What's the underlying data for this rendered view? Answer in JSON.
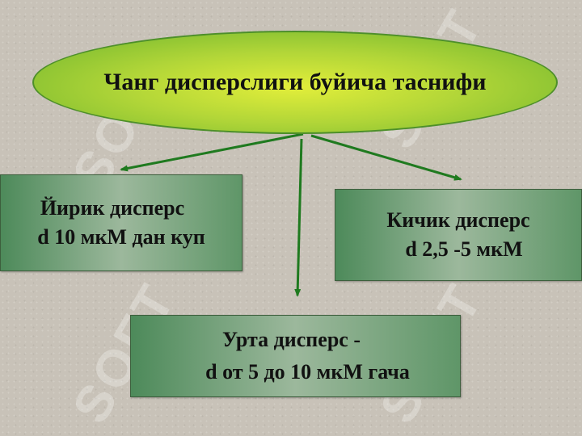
{
  "title": "Чанг дисперслиги буйича таснифи",
  "nodes": {
    "coarse": {
      "line1": "Йирик дисперс",
      "line2": "d 10 мкМ дан куп"
    },
    "fine": {
      "line1": "Кичик дисперс",
      "line2": "d 2,5 -5 мкМ"
    },
    "medium": {
      "line1": "Урта дисперс -",
      "line2": "d от 5 до 10 мкМ гача"
    }
  },
  "colors": {
    "arrow": "#1f7a1f",
    "ellipse_center": "#e2ee3a",
    "ellipse_edge": "#6cb42e",
    "box_dark": "#4d8a5a",
    "box_light": "#9cb89c"
  }
}
